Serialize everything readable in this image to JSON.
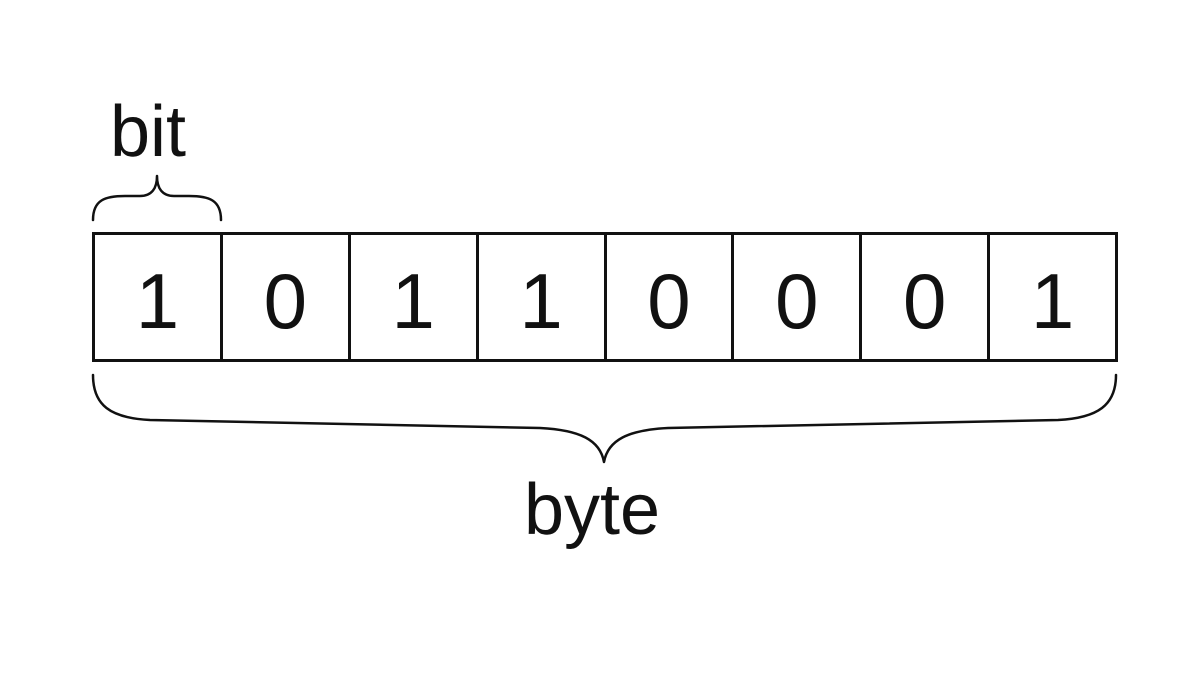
{
  "labels": {
    "bit": "bit",
    "byte": "byte"
  },
  "bits": [
    "1",
    "0",
    "1",
    "1",
    "0",
    "0",
    "0",
    "1"
  ],
  "colors": {
    "ink": "#111111",
    "background": "#ffffff"
  }
}
